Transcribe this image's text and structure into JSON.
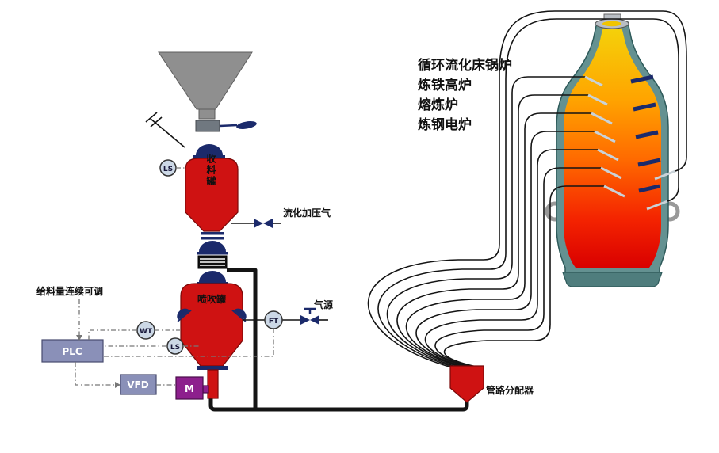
{
  "colors": {
    "vessel_red": "#cf1212",
    "navy": "#1b2a6b",
    "slate": "#8a90b8",
    "purple": "#8d1f8d",
    "hopper_gray": "#8f8f8f",
    "furnace_shell": "#649191",
    "furnace_base": "#4f7d7d",
    "pipe_black": "#141414",
    "control_dash": "#777777"
  },
  "labels": {
    "feed_note": "给料量连续可调",
    "receiving_tank": "收料罐",
    "injection_tank": "喷吹罐",
    "fluidizing_gas": "流化加压气",
    "gas_source": "气源",
    "plc": "PLC",
    "vfd": "VFD",
    "motor": "M",
    "level_switch_top": "LS",
    "level_switch_bottom": "LS",
    "weight_transmitter": "WT",
    "flow_transmitter": "FT",
    "distributor": "管路分配器"
  },
  "applications": {
    "lines": [
      "循环流化床锅炉",
      "炼铁高炉",
      "熔炼炉",
      "炼钢电炉"
    ]
  }
}
